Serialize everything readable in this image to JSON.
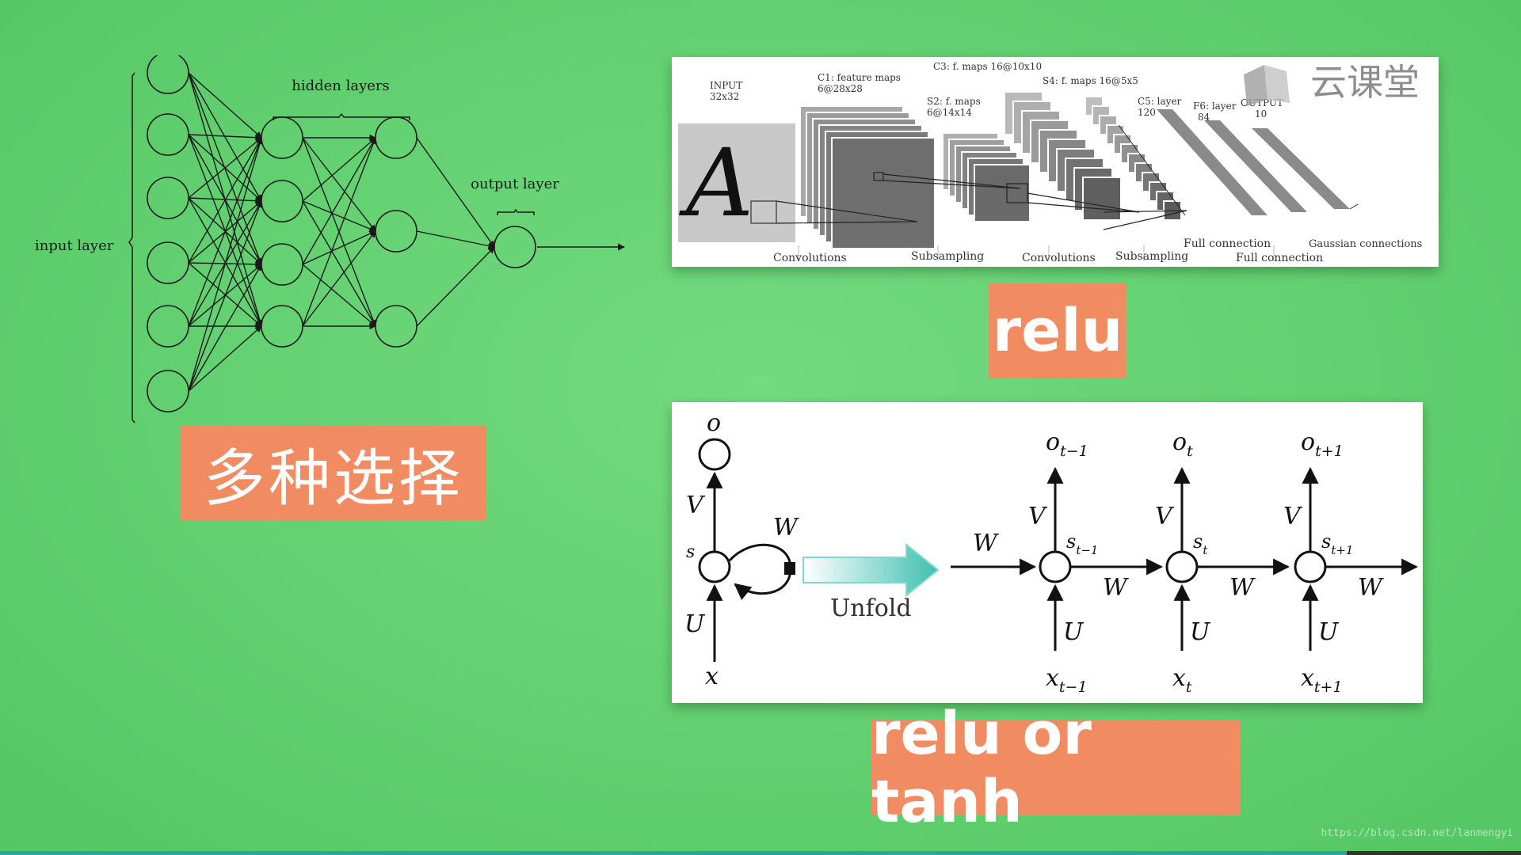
{
  "ann": {
    "labels": {
      "input": "input layer",
      "hidden": "hidden layers",
      "output": "output layer"
    },
    "layers": [
      6,
      4,
      3,
      1
    ]
  },
  "lenet": {
    "labels": {
      "input": "INPUT",
      "input_size": "32x32",
      "c1": "C1: feature maps",
      "c1_size": "6@28x28",
      "s2": "S2: f. maps",
      "s2_size": "6@14x14",
      "c3": "C3: f. maps 16@10x10",
      "s4": "S4: f. maps 16@5x5",
      "c5": "C5: layer",
      "c5_size": "120",
      "f6": "F6: layer",
      "f6_size": "84",
      "out": "OUTPUT",
      "out_size": "10",
      "conv1": "Convolutions",
      "sub1": "Subsampling",
      "conv2": "Convolutions",
      "sub2": "Subsampling",
      "full1": "Full connection",
      "full2": "Full connection",
      "gauss": "Gaussian connections",
      "glyph": "A"
    }
  },
  "logo": {
    "text": "云课堂"
  },
  "tags": {
    "cnn": "relu",
    "ann": "多种选择",
    "rnn": "relu or tanh"
  },
  "rnn": {
    "labels": {
      "o": "o",
      "s": "s",
      "x": "x",
      "V": "V",
      "U": "U",
      "W": "W",
      "unfold": "Unfold"
    },
    "steps": [
      {
        "o": "o",
        "o_sub": "t−1",
        "s": "s",
        "s_sub": "t−1",
        "x": "x",
        "x_sub": "t−1"
      },
      {
        "o": "o",
        "o_sub": "t",
        "s": "s",
        "s_sub": "t",
        "x": "x",
        "x_sub": "t"
      },
      {
        "o": "o",
        "o_sub": "t+1",
        "s": "s",
        "s_sub": "t+1",
        "x": "x",
        "x_sub": "t+1"
      }
    ]
  },
  "watermark": "https://blog.csdn.net/lanmengyi"
}
